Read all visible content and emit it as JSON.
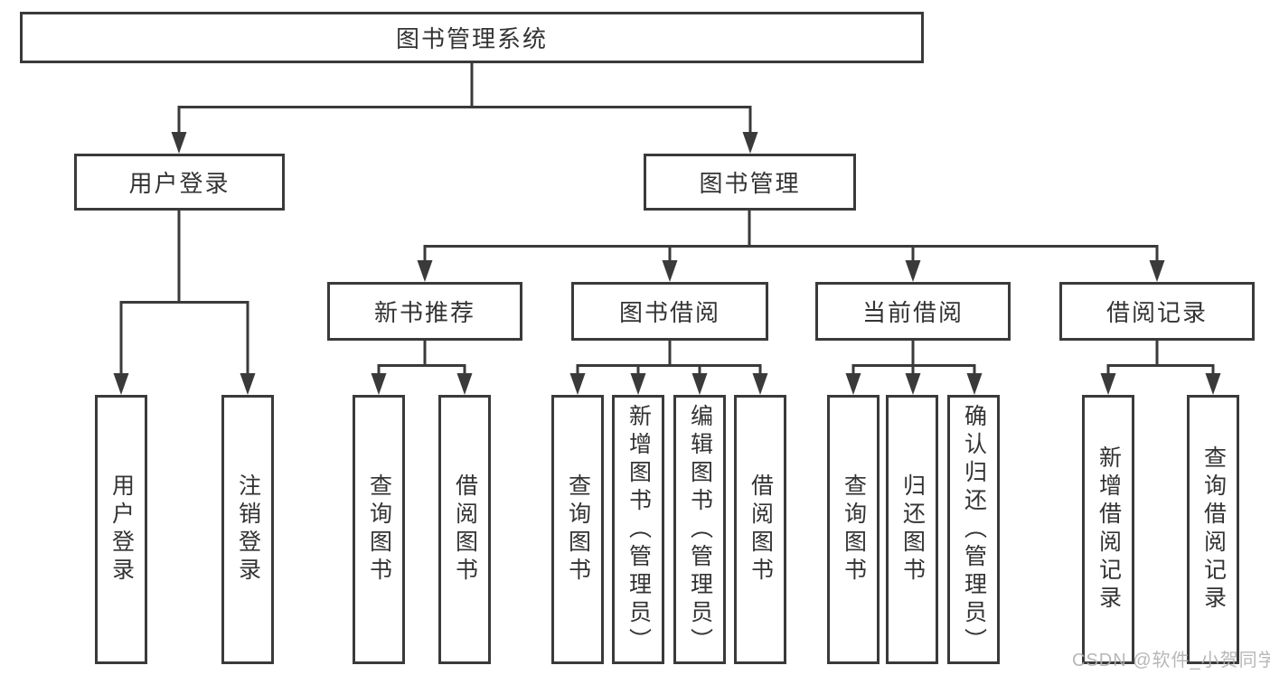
{
  "diagram": {
    "root": "图书管理系统",
    "level2": {
      "user_login": "用户登录",
      "book_mgmt": "图书管理"
    },
    "level3": {
      "new_books": "新书推荐",
      "book_borrow": "图书借阅",
      "current_borrow": "当前借阅",
      "borrow_records": "借阅记录"
    },
    "leaves": {
      "user_login": [
        "用户登录",
        "注销登录"
      ],
      "new_books": [
        "查询图书",
        "借阅图书"
      ],
      "book_borrow": [
        "查询图书",
        "新增图书（管理员）",
        "编辑图书（管理员）",
        "借阅图书"
      ],
      "current_borrow": [
        "查询图书",
        "归还图书",
        "确认归还（管理员）"
      ],
      "borrow_records": [
        "新增借阅记录",
        "查询借阅记录"
      ]
    }
  },
  "watermark": "CSDN @软件_小贺同学",
  "colors": {
    "line": "#3a3a3a",
    "text": "#333333",
    "watermark": "#b0b0b0",
    "background": "#ffffff"
  }
}
